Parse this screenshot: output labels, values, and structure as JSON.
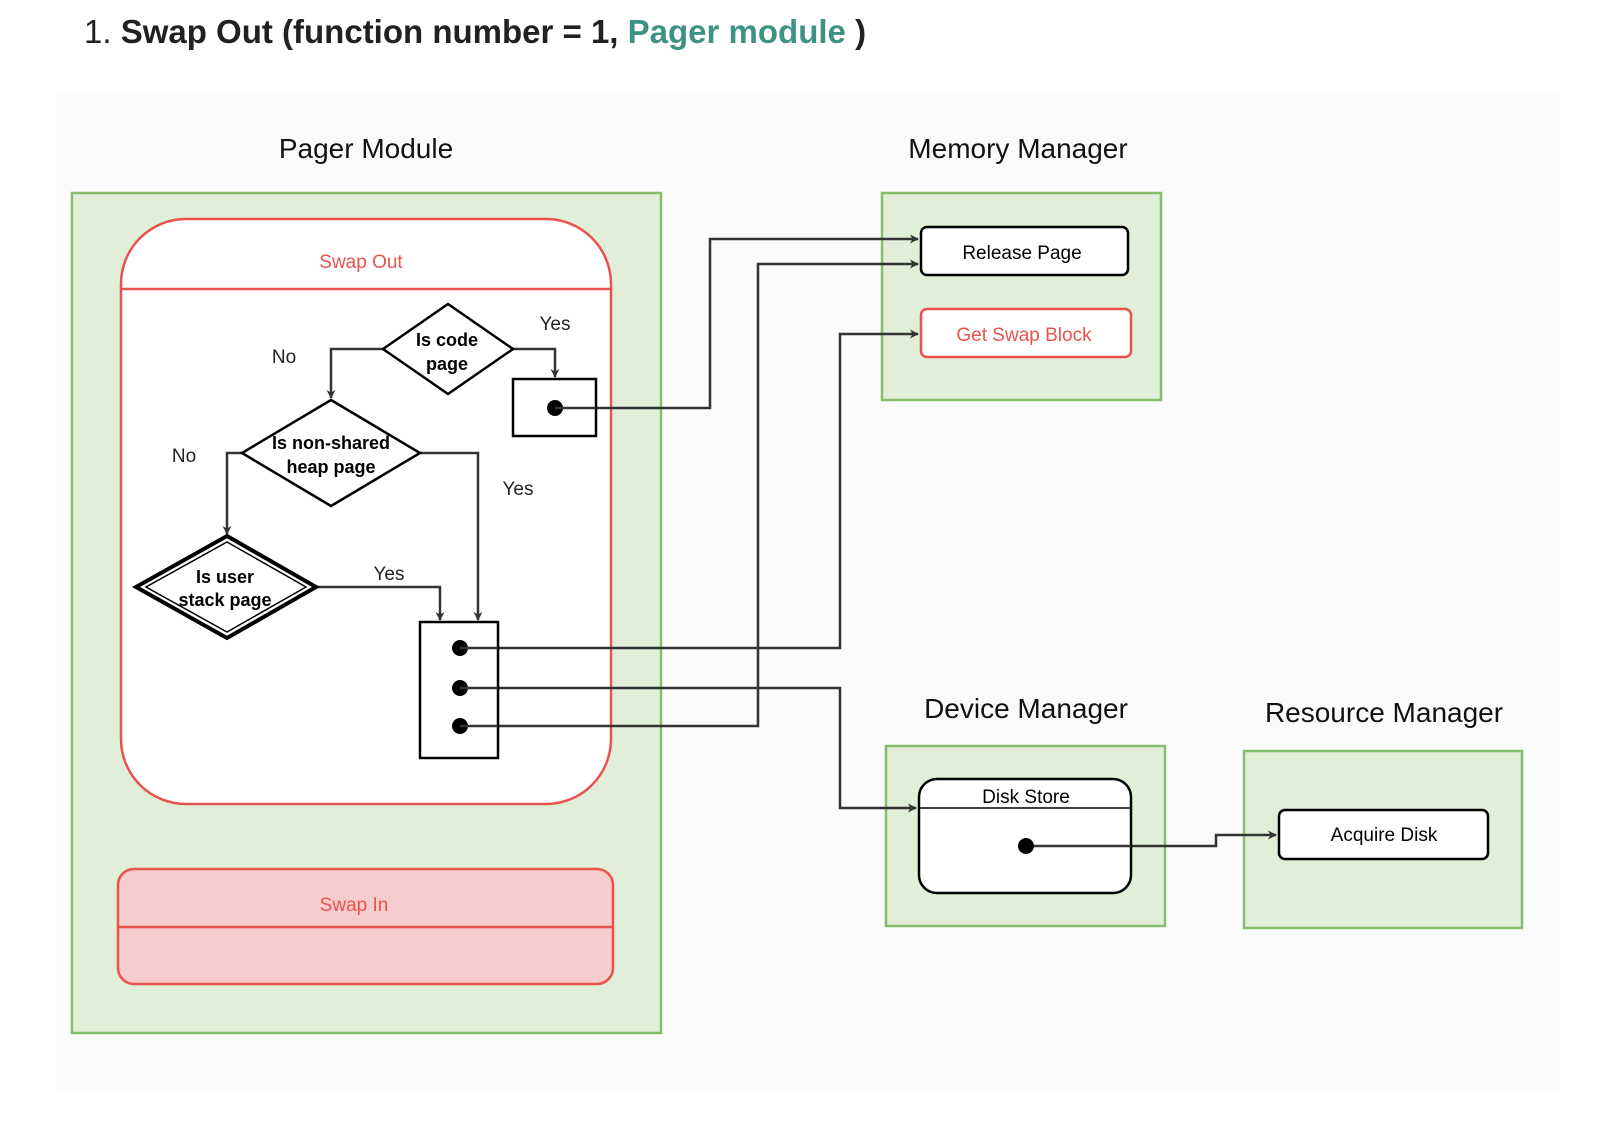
{
  "heading": {
    "number": "1.",
    "title": "Swap Out (function number = 1,",
    "link": "Pager module",
    "close": ")"
  },
  "colors": {
    "module_fill": "#e1eed8",
    "module_stroke": "#86bd6f",
    "red": "#e9524f",
    "swap_in_fill": "#f6cdcc",
    "link": "#3e9284"
  },
  "modules": {
    "pager": {
      "title": "Pager Module",
      "swap_out": "Swap Out",
      "swap_in": "Swap In",
      "decisions": {
        "code_line1": "Is code",
        "code_line2": "page",
        "heap_line1": "Is non-shared",
        "heap_line2": "heap page",
        "stack_line1": "Is user",
        "stack_line2": "stack page"
      },
      "edge_labels": {
        "code_no": "No",
        "code_yes": "Yes",
        "heap_no": "No",
        "heap_yes": "Yes",
        "stack_yes": "Yes"
      }
    },
    "memory": {
      "title": "Memory Manager",
      "release_page": "Release Page",
      "get_swap_block": "Get Swap Block"
    },
    "device": {
      "title": "Device Manager",
      "disk_store": "Disk Store"
    },
    "resource": {
      "title": "Resource Manager",
      "acquire_disk": "Acquire Disk"
    }
  }
}
